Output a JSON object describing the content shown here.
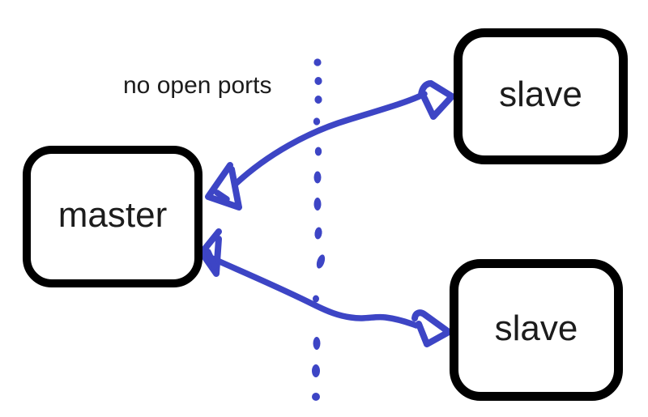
{
  "diagram": {
    "annotation": {
      "label": "no open ports"
    },
    "nodes": [
      {
        "id": "master",
        "label": "master",
        "role": "master"
      },
      {
        "id": "slave_top",
        "label": "slave",
        "role": "slave"
      },
      {
        "id": "slave_bottom",
        "label": "slave",
        "role": "slave"
      }
    ],
    "connections": [
      {
        "from": "master",
        "to": "slave_top",
        "type": "bidirectional-hand-drawn-arrow"
      },
      {
        "from": "master",
        "to": "slave_bottom",
        "type": "bidirectional-hand-drawn-arrow"
      }
    ],
    "divider": {
      "type": "vertical-dotted-line",
      "meaning": "boundary between master side and slave side"
    }
  },
  "colors": {
    "ink_blue": "#3d45c5",
    "node_border": "#000000",
    "text_color": "#1c1c1c",
    "background": "#ffffff"
  }
}
